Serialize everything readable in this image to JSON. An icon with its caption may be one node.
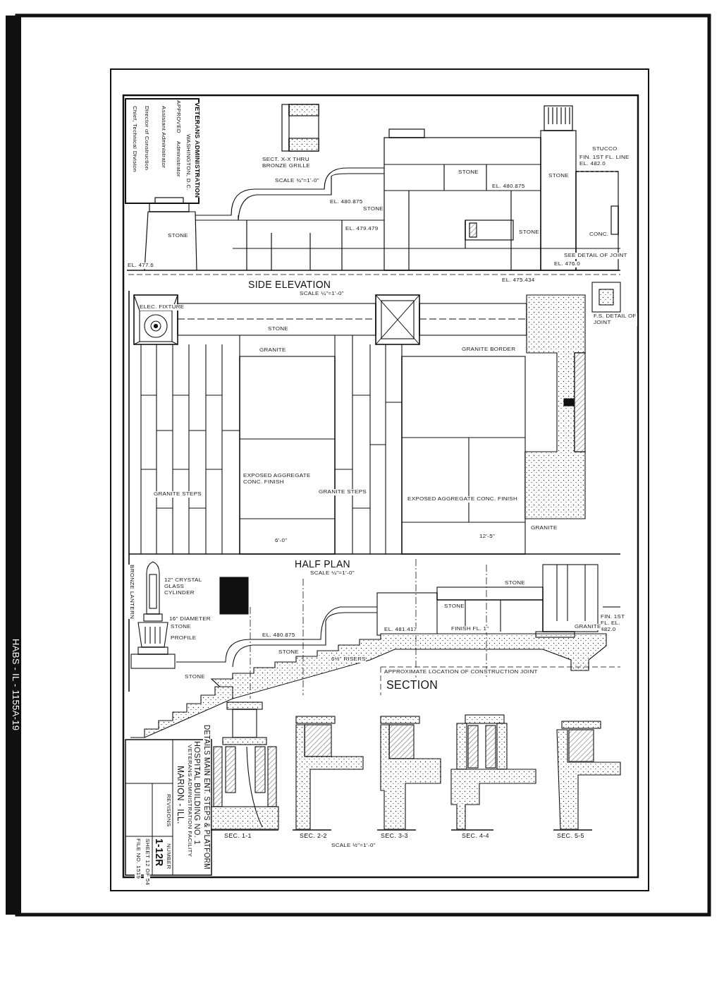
{
  "diagram": {
    "labels": [
      "HABS - IL - 1155A-19",
      "VETERANS ADMINISTRATION",
      "WASHINGTON, D.C.",
      "APPROVED",
      "Administrator",
      "Assistant Administrator",
      "Director of Construction",
      "Chief, Technical Division",
      "SECT. X-X THRU BRONZE GRILLE",
      "SCALE ¾\"=1'-0\"",
      "STONE",
      "STONE",
      "STONE",
      "EL. 480.875",
      "EL. 479.479",
      "STONE",
      "STUCCO",
      "FIN. 1ST FL. LINE EL. 482.0",
      "EL. 480.875",
      "STONE",
      "CONC.",
      "SEE DETAIL OF JOINT",
      "EL. 476.0",
      "EL. 477.6",
      "EL. 475.434",
      "SIDE ELEVATION",
      "SCALE ¼\"=1'-0\"",
      "F.S. DETAIL OF JOINT",
      "ELEC. FIXTURE",
      "STONE",
      "GRANITE",
      "GRANITE BORDER",
      "EXPOSED AGGREGATE CONC. FINISH",
      "GRANITE STEPS",
      "GRANITE STEPS",
      "EXPOSED AGGREGATE CONC. FINISH",
      "GRANITE",
      "6'-0\"",
      "12'-5\"",
      "HALF PLAN",
      "SCALE ¼\"=1'-0\"",
      "BRONZE LANTERN",
      "12\" CRYSTAL GLASS CYLINDER",
      "16\" DIAMETER",
      "STONE",
      "PROFILE",
      "STONE",
      "STONE",
      "STONE",
      "FIN. 1ST FL. EL. 482.0",
      "GRANITE",
      "EL. 481.417",
      "FINISH FL. 1\"",
      "EL. 480.875",
      "STONE",
      "6½\" RISERS",
      "APPROXIMATE LOCATION OF CONSTRUCTION JOINT",
      "SECTION",
      "DETAILS MAIN ENT. STEPS & PLATFORM",
      "HOSPITAL BUILDING NO. 1",
      "VETERANS ADMINISTRATION FACILITY",
      "MARION - ILL.",
      "REVISIONS",
      "NUMBER",
      "1-12R",
      "SHEET 12 OF 54",
      "FILE NO. 1519",
      "SEC. 1-1",
      "SEC. 2-2",
      "SCALE ½\"=1'-0\"",
      "SEC. 3-3",
      "SEC. 4-4",
      "SEC. 5-5"
    ]
  }
}
